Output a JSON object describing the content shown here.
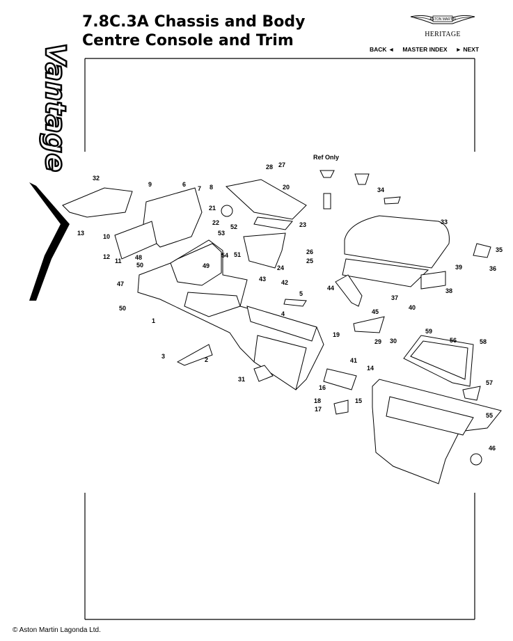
{
  "brand": {
    "wordmark": "Vantage"
  },
  "header": {
    "title_line1": "7.8C.3A Chassis and Body",
    "title_line2": "Centre Console and Trim",
    "logo_text": "ASTON MARTIN",
    "heritage": "HERITAGE"
  },
  "nav": {
    "back": "BACK ◄",
    "master_index": "MASTER INDEX",
    "next": "► NEXT"
  },
  "diagram": {
    "ref_only": "Ref Only",
    "callouts": [
      "1",
      "2",
      "3",
      "4",
      "5",
      "6",
      "7",
      "8",
      "9",
      "10",
      "11",
      "12",
      "13",
      "14",
      "15",
      "16",
      "17",
      "18",
      "19",
      "20",
      "21",
      "22",
      "23",
      "24",
      "25",
      "26",
      "27",
      "28",
      "29",
      "30",
      "31",
      "32",
      "33",
      "34",
      "35",
      "36",
      "37",
      "38",
      "39",
      "40",
      "41",
      "42",
      "43",
      "44",
      "45",
      "46",
      "47",
      "48",
      "49",
      "50",
      "50",
      "51",
      "52",
      "53",
      "54",
      "55",
      "56",
      "57",
      "58",
      "59"
    ]
  },
  "footer": {
    "copyright": "© Aston Martin Lagonda Ltd."
  }
}
